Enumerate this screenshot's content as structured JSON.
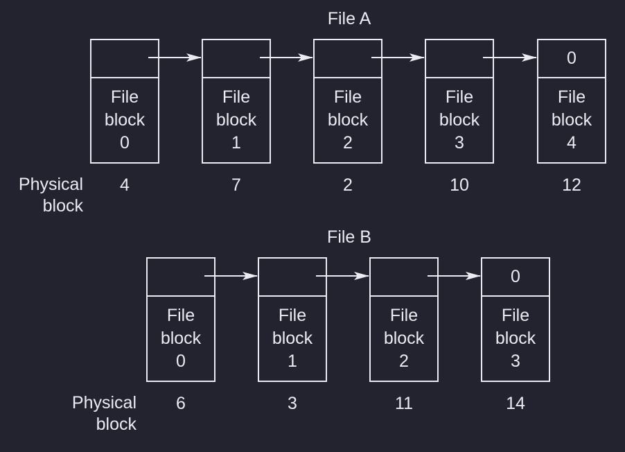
{
  "files": [
    {
      "title": "File A",
      "physical_label_line1": "Physical",
      "physical_label_line2": "block",
      "blocks": [
        {
          "pointer": "",
          "word1": "File",
          "word2": "block",
          "index": "0",
          "physical": "4"
        },
        {
          "pointer": "",
          "word1": "File",
          "word2": "block",
          "index": "1",
          "physical": "7"
        },
        {
          "pointer": "",
          "word1": "File",
          "word2": "block",
          "index": "2",
          "physical": "2"
        },
        {
          "pointer": "",
          "word1": "File",
          "word2": "block",
          "index": "3",
          "physical": "10"
        },
        {
          "pointer": "0",
          "word1": "File",
          "word2": "block",
          "index": "4",
          "physical": "12"
        }
      ]
    },
    {
      "title": "File B",
      "physical_label_line1": "Physical",
      "physical_label_line2": "block",
      "blocks": [
        {
          "pointer": "",
          "word1": "File",
          "word2": "block",
          "index": "0",
          "physical": "6"
        },
        {
          "pointer": "",
          "word1": "File",
          "word2": "block",
          "index": "1",
          "physical": "3"
        },
        {
          "pointer": "",
          "word1": "File",
          "word2": "block",
          "index": "2",
          "physical": "11"
        },
        {
          "pointer": "0",
          "word1": "File",
          "word2": "block",
          "index": "3",
          "physical": "14"
        }
      ]
    }
  ],
  "colors": {
    "background": "#23222f",
    "stroke": "#ecebf2"
  }
}
